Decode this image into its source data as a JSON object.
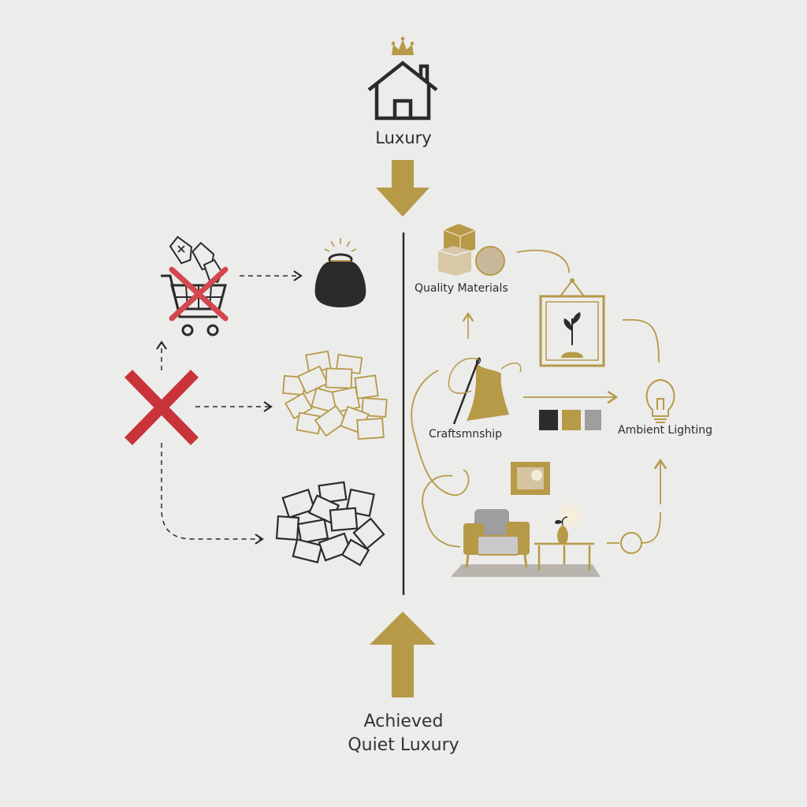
{
  "title": "Luxury",
  "bottom_label": {
    "line1": "Achieved",
    "line2": "Quiet Luxury"
  },
  "nodes": {
    "quality_materials": "Quality Materials",
    "craftsmanship": "Craftsmnship",
    "ambient_lighting": "Ambient Lighting"
  },
  "colors": {
    "background": "#ececeb",
    "gold": "#b69a48",
    "dark": "#2b2b2b",
    "red": "#c8343a",
    "neutral": "#9e9e9e"
  },
  "icons": [
    "crown-icon",
    "house-icon",
    "shopping-cart-crossed-icon",
    "price-tag-icon",
    "money-bag-icon",
    "large-red-x-icon",
    "gold-paper-pile-icon",
    "black-paper-pile-icon",
    "material-blocks-icon",
    "framed-plant-icon",
    "needle-and-fabric-icon",
    "color-swatches-icon",
    "light-bulb-icon",
    "small-frame-icon",
    "armchair-icon",
    "side-table-icon",
    "lamp-icon"
  ]
}
